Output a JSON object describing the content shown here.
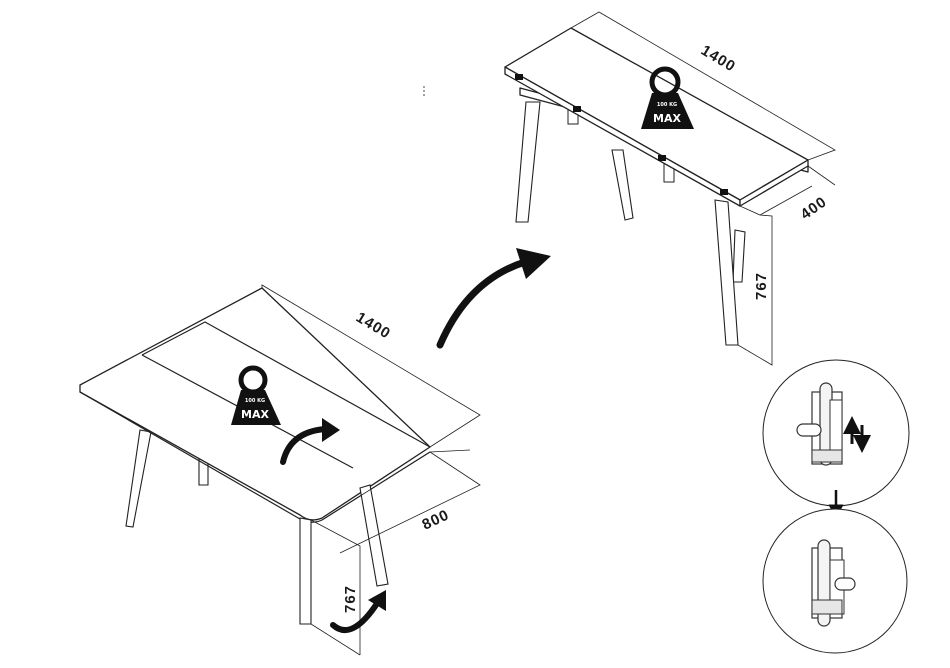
{
  "folded_table": {
    "length_label": "1400",
    "width_label": "800",
    "height_label": "767",
    "weight_badge": {
      "capacity": "100 KG",
      "max": "MAX"
    }
  },
  "unfolded_table": {
    "length_label": "1400",
    "width_label": "400",
    "height_label": "767",
    "weight_badge": {
      "capacity": "100 KG",
      "max": "MAX"
    }
  },
  "icons": {
    "transform": "curved-arrow-icon",
    "flip": "rotate-arrow-icon",
    "hinge_up_down": "up-down-arrows-icon",
    "step_down": "down-arrow-icon"
  }
}
